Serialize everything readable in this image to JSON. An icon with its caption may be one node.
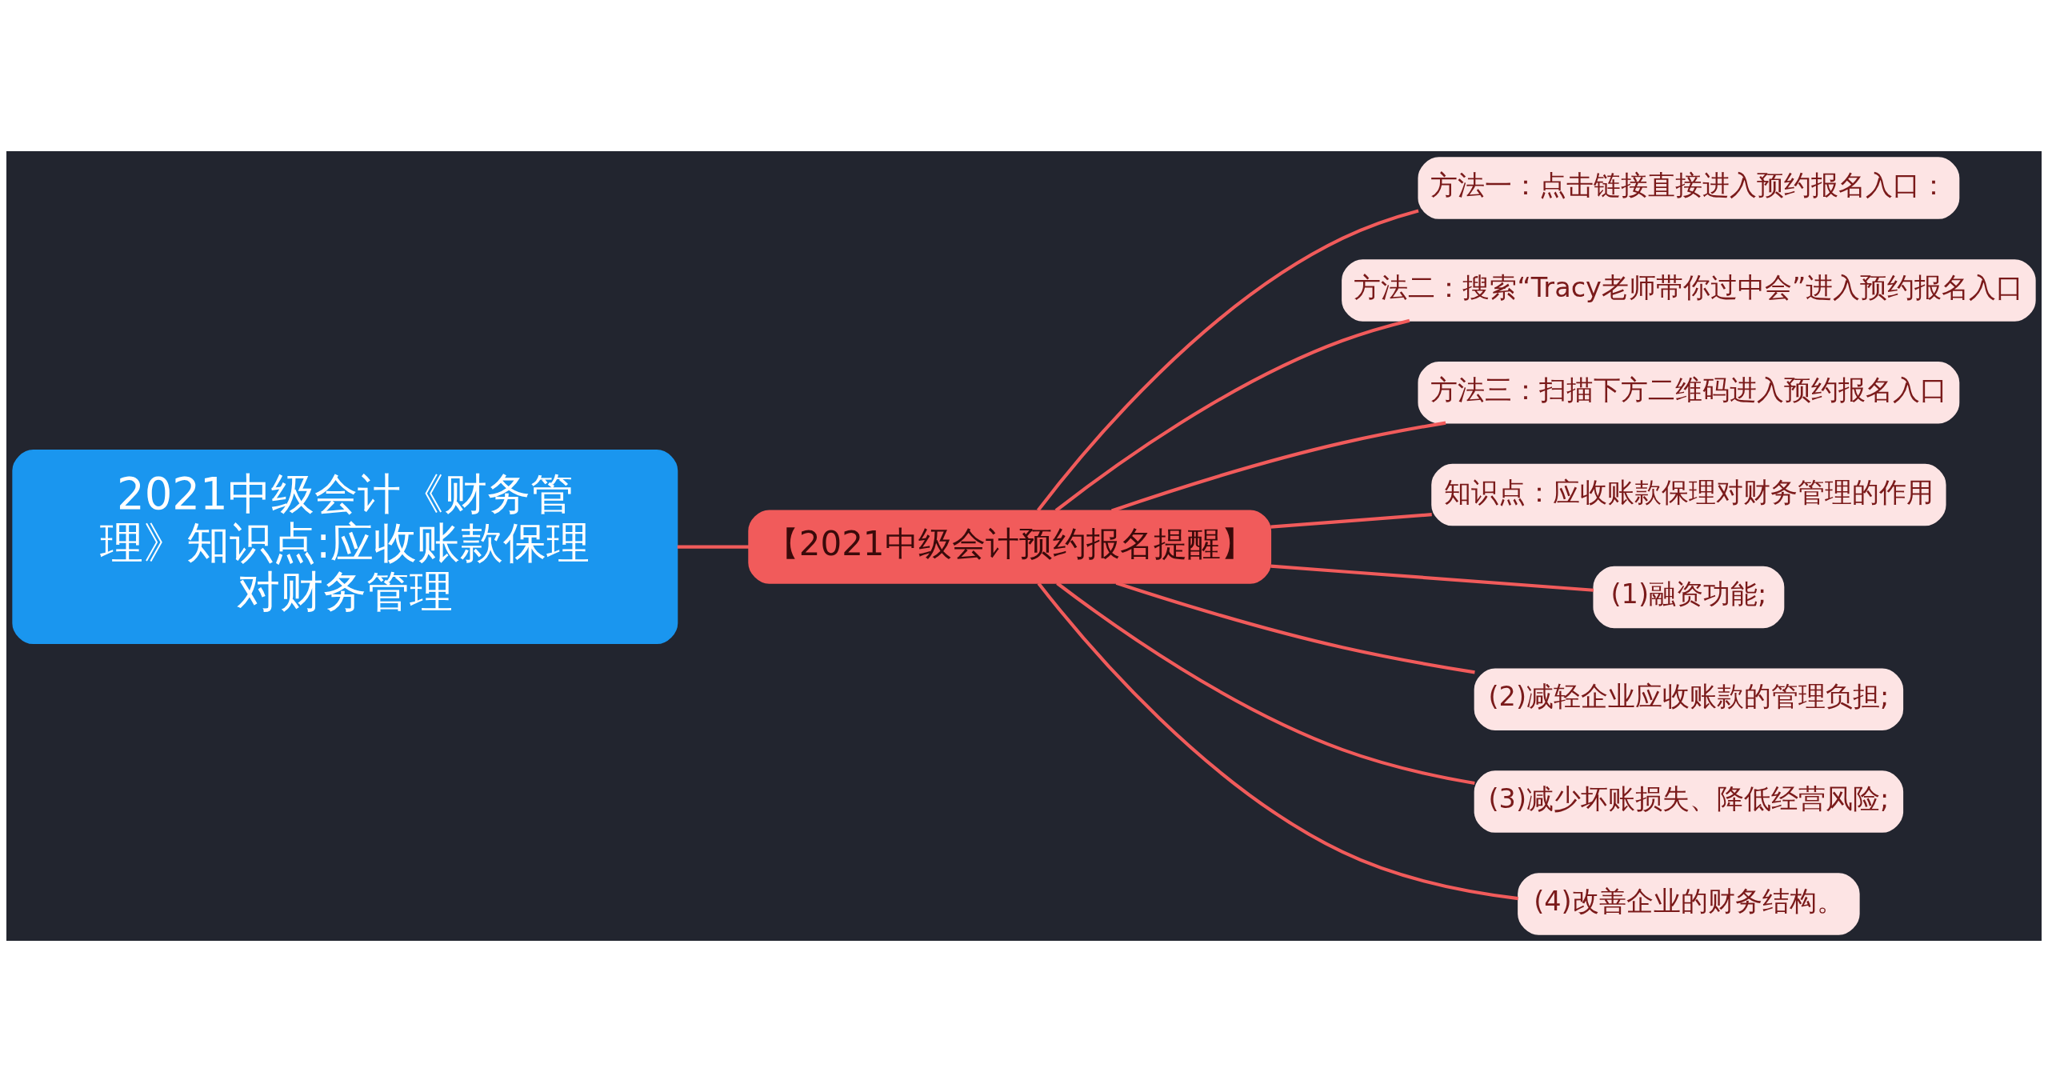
{
  "diagram": {
    "nodes": [
      {
        "text": [
          "2021中级会计《财务管理》知识点:应收账款保理对财务管理"
        ]
      },
      {
        "text": [
          "【2021中级会计预约报名提醒】"
        ]
      },
      {
        "text": [
          "方法一：点击链接直接进入预约报名入口："
        ]
      },
      {
        "text": [
          "方法二：搜索“Tracy老师带你过中会”进入预约报名入口"
        ]
      },
      {
        "text": [
          "方法三：扫描下方二维码进入预约报名入口"
        ]
      },
      {
        "text": [
          "知识点：应收账款保理对财务管理的作用"
        ]
      },
      {
        "text": [
          "(1)融资功能;"
        ]
      },
      {
        "text": [
          "(2)减轻企业应收账款的管理负担;"
        ]
      },
      {
        "text": [
          "(3)减少坏账损失、降低经营风险;"
        ]
      },
      {
        "text": [
          "(4)改善企业的财务结构。"
        ]
      }
    ],
    "edges": [
      {
        "from": 0,
        "to": 1,
        "arrow": "none"
      },
      {
        "from": 1,
        "to": 2,
        "arrow": "none"
      },
      {
        "from": 1,
        "to": 3,
        "arrow": "none"
      },
      {
        "from": 1,
        "to": 4,
        "arrow": "none"
      },
      {
        "from": 1,
        "to": 5,
        "arrow": "none"
      },
      {
        "from": 1,
        "to": 6,
        "arrow": "none"
      },
      {
        "from": 1,
        "to": 7,
        "arrow": "none"
      },
      {
        "from": 1,
        "to": 8,
        "arrow": "none"
      },
      {
        "from": 1,
        "to": 9,
        "arrow": "none"
      }
    ]
  }
}
